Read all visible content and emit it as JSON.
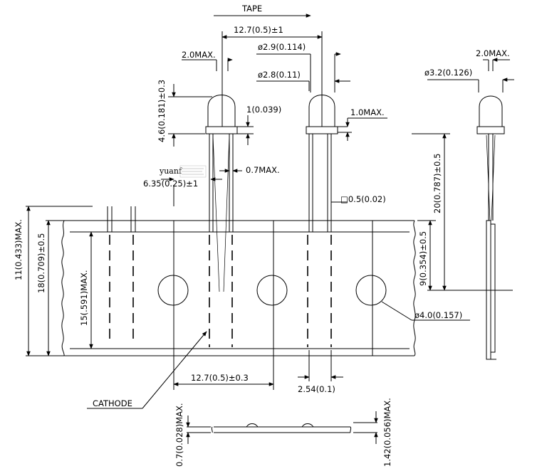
{
  "labels": {
    "tape": "TAPE",
    "pitch_top": "12.7(0.5)±1",
    "lead_max_left": "2.0MAX.",
    "lead_dia_29": "ø2.9(0.114)",
    "lead_dia_28": "ø2.8(0.11)",
    "body_height": "4.6(0.181)±0.3",
    "flange": "1(0.039)",
    "flange_max": "1.0MAX.",
    "lead_max_side": "2.0MAX.",
    "side_dia": "ø3.2(0.126)",
    "lead_bend": "0.7MAX.",
    "lead_offset": "6.35(0.25)±1",
    "lead_square": "□0.5(0.02)",
    "height_20": "20(0.787)±0.5",
    "tape_width_11": "11(0.433)MAX.",
    "tape_width_18": "18(0.709)±0.5",
    "adhesive_15": "15(.591)MAX.",
    "hole_position_9": "9(0.354)±0.5",
    "hole_dia": "ø4.0(0.157)",
    "pitch_bottom": "12.7(0.5)±0.3",
    "lead_spacing": "2.54(0.1)",
    "cathode": "CATHODE",
    "tape_thick_07": "0.7(0.028)MAX.",
    "tape_thick_142": "1.42(0.056)MAX."
  },
  "watermark": {
    "text": "yuanf"
  }
}
